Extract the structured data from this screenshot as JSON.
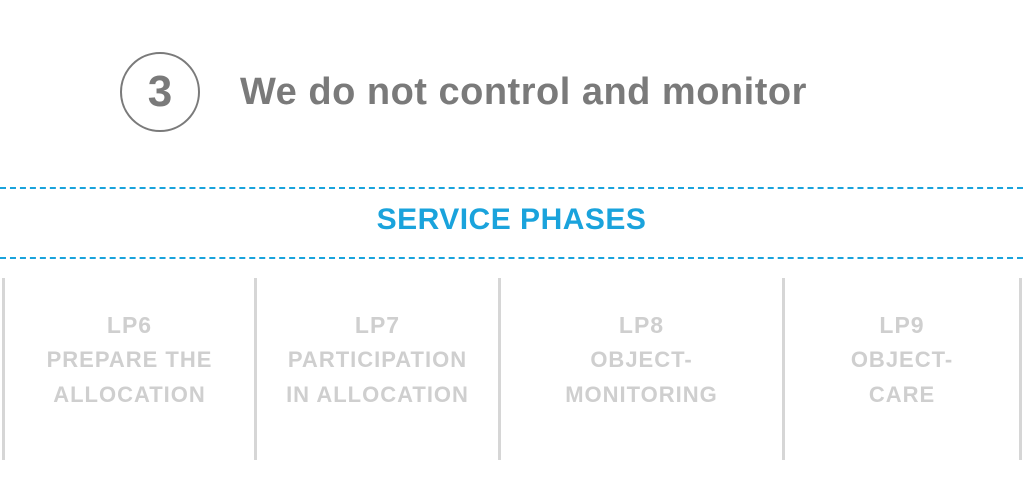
{
  "header": {
    "step_number": "3",
    "title": "We do not control and monitor"
  },
  "section": {
    "title": "SERVICE PHASES"
  },
  "phases": [
    {
      "code": "LP6",
      "line1": "PREPARE THE",
      "line2": "ALLOCATION"
    },
    {
      "code": "LP7",
      "line1": "PARTICIPATION",
      "line2": "IN ALLOCATION"
    },
    {
      "code": "LP8",
      "line1": "OBJECT-",
      "line2": "MONITORING"
    },
    {
      "code": "LP9",
      "line1": "OBJECT-",
      "line2": "CARE"
    }
  ],
  "colors": {
    "accent": "#1aa3dc",
    "heading": "#7a7a7a",
    "muted": "#cfcfcf",
    "divider": "#d6d6d6"
  }
}
